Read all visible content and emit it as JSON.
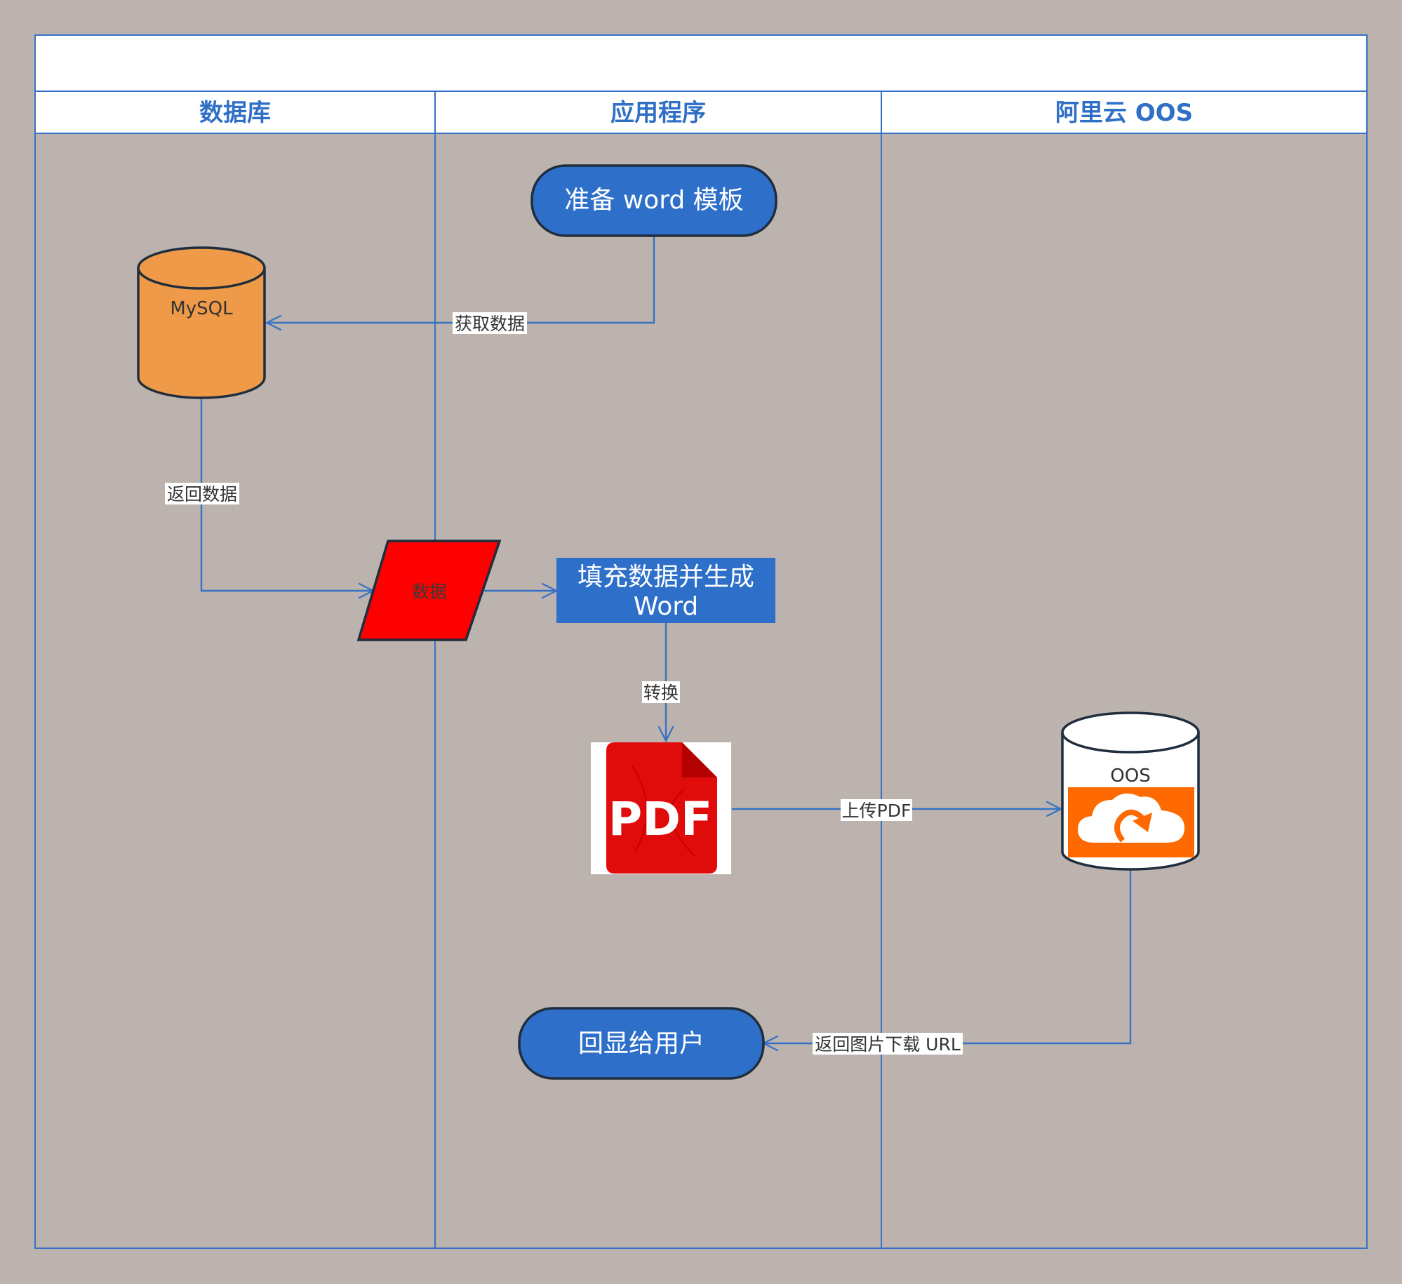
{
  "canvas": {
    "background": "#bdb3ae",
    "line_color": "#3572c6",
    "header_text_color": "#2f6fc6"
  },
  "lanes": [
    {
      "title": "数据库"
    },
    {
      "title": "应用程序"
    },
    {
      "title": "阿里云 OOS"
    }
  ],
  "nodes": {
    "prepare_template": {
      "label": "准备 word 模板",
      "shape": "terminator",
      "fill": "#2e6fca"
    },
    "mysql": {
      "label": "MySQL",
      "shape": "database-cylinder",
      "fill": "#ee9a48"
    },
    "data": {
      "label": "数据",
      "shape": "parallelogram",
      "fill": "#ff0000"
    },
    "fill_word": {
      "label_line1": "填充数据并生成",
      "label_line2": "Word",
      "shape": "process",
      "fill": "#2e6fca"
    },
    "pdf": {
      "label": "PDF",
      "icon": "pdf-file-icon",
      "fill": "#e00b0b"
    },
    "oos": {
      "label": "OOS",
      "shape": "database-cylinder",
      "icon": "cloud-upload-icon",
      "fill": "#ffffff",
      "icon_fill": "#ff6a00"
    },
    "show_user": {
      "label": "回显给用户",
      "shape": "terminator",
      "fill": "#2e6fca"
    }
  },
  "edges": {
    "get_data": {
      "label": "获取数据"
    },
    "return_data": {
      "label": "返回数据"
    },
    "convert": {
      "label": "转换"
    },
    "upload_pdf": {
      "label": "上传PDF"
    },
    "return_url": {
      "label": "返回图片下载 URL"
    }
  }
}
